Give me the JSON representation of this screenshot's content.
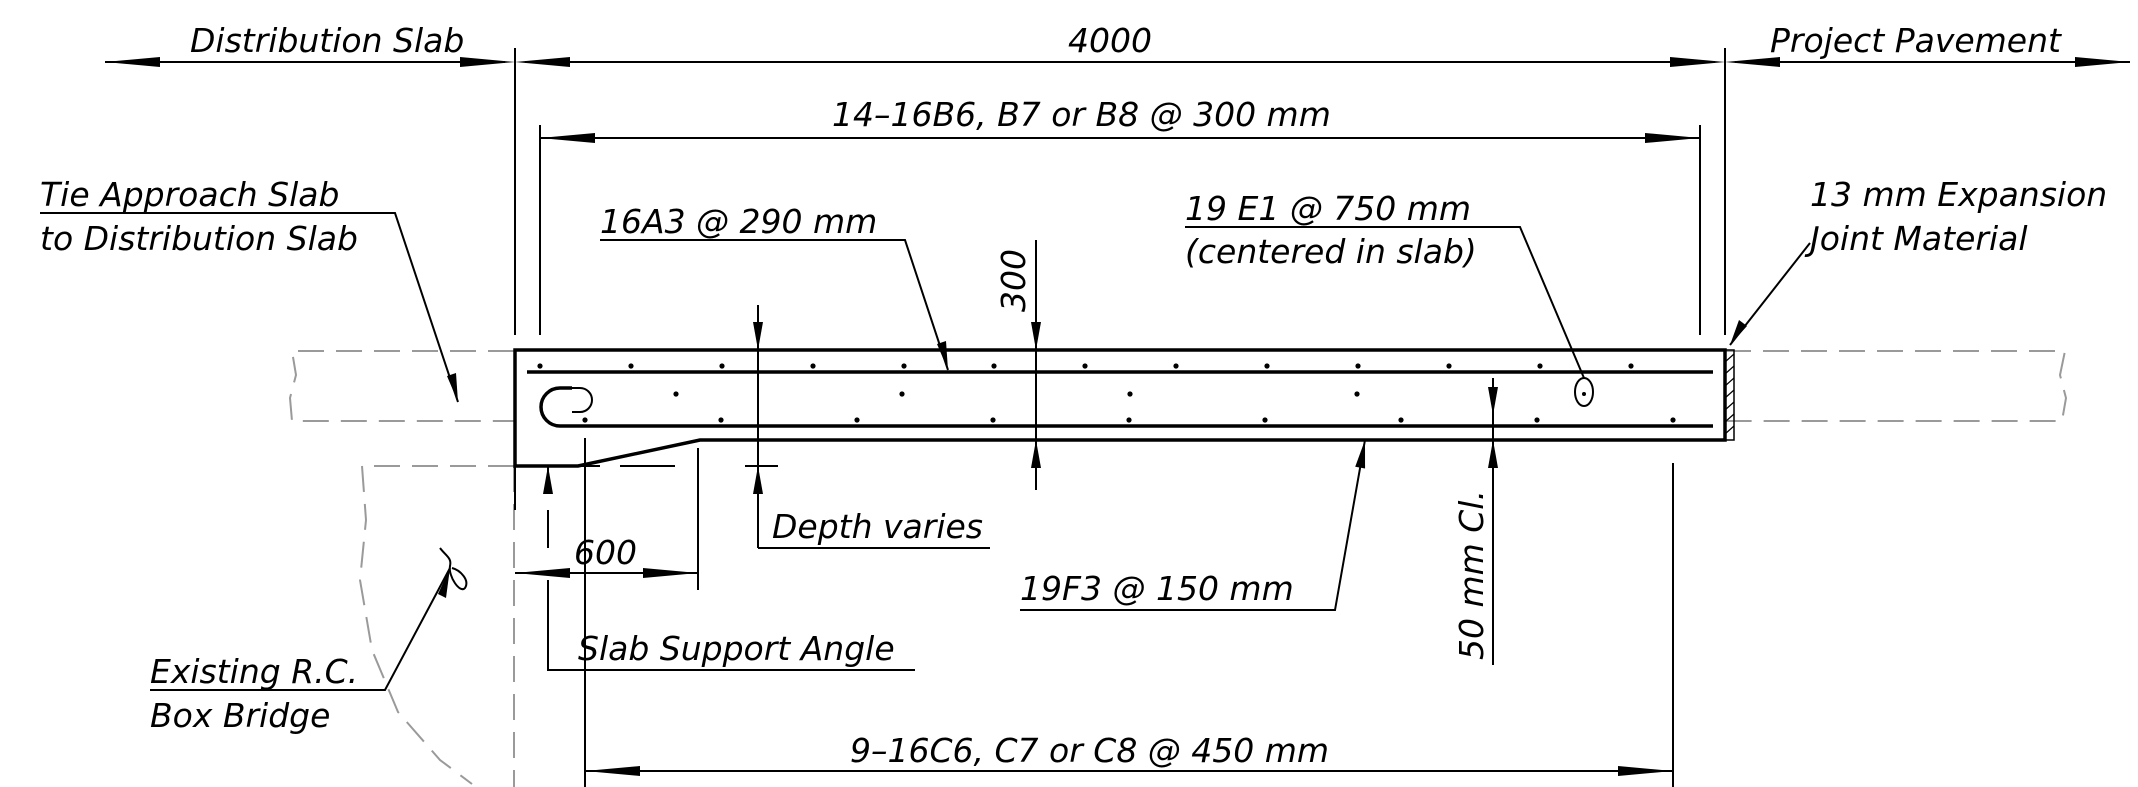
{
  "labels": {
    "distribution_slab": "Distribution Slab",
    "overall_length": "4000",
    "project_pavement": "Project Pavement",
    "top_bars": "14–16B6, B7 or B8 @ 300 mm",
    "tie_line1": "Tie Approach Slab",
    "tie_line2": "to Distribution Slab",
    "bar_a3": "16A3 @ 290 mm",
    "thickness": "300",
    "bar_e1": "19 E1 @ 750 mm",
    "e1_note": "(centered in slab)",
    "expansion_line1": "13 mm Expansion",
    "expansion_line2": "Joint Material",
    "depth_varies": "Depth varies",
    "dim_600": "600",
    "bar_f3": "19F3 @ 150 mm",
    "cover": "50 mm Cl.",
    "support_angle": "Slab Support Angle",
    "existing_line1": "Existing R.C.",
    "existing_line2": "Box Bridge",
    "bottom_bars": "9–16C6, C7 or C8 @ 450 mm"
  }
}
